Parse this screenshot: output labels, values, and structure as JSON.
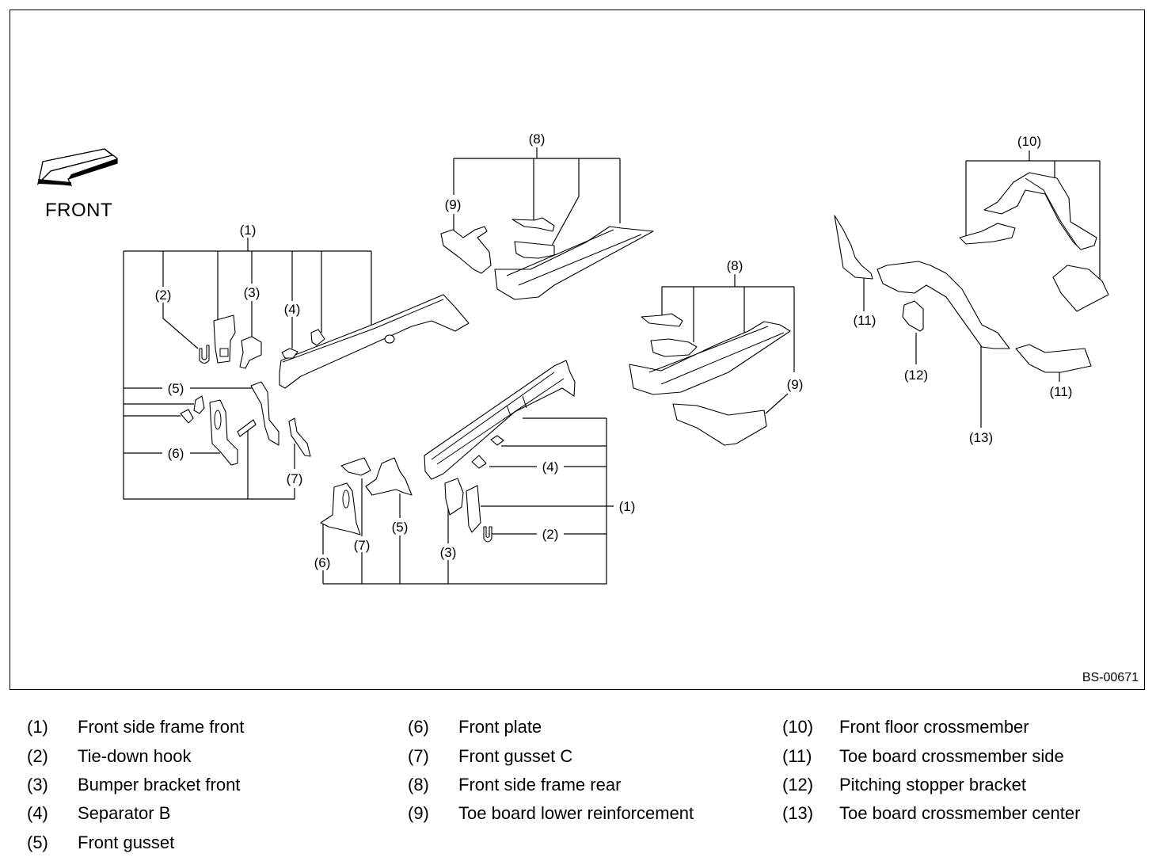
{
  "figure": {
    "id": "BS-00671",
    "direction_label": "FRONT",
    "direction_icon": "front-arrow-icon",
    "callouts": {
      "group_left": {
        "c1": "(1)",
        "c2": "(2)",
        "c3": "(3)",
        "c4": "(4)",
        "c5": "(5)",
        "c6": "(6)",
        "c7": "(7)"
      },
      "group_center": {
        "c1": "(1)",
        "c2": "(2)",
        "c3": "(3)",
        "c4": "(4)",
        "c5": "(5)",
        "c6": "(6)",
        "c7": "(7)"
      },
      "group_rear_upper": {
        "c8": "(8)",
        "c9": "(9)"
      },
      "group_rear_lower": {
        "c8": "(8)",
        "c9": "(9)"
      },
      "group_floor": {
        "c10": "(10)",
        "c11a": "(11)",
        "c11b": "(11)",
        "c12": "(12)",
        "c13": "(13)"
      }
    }
  },
  "legend": {
    "col1": [
      {
        "num": "(1)",
        "name": "Front side frame front"
      },
      {
        "num": "(2)",
        "name": "Tie-down hook"
      },
      {
        "num": "(3)",
        "name": "Bumper bracket front"
      },
      {
        "num": "(4)",
        "name": "Separator B"
      },
      {
        "num": "(5)",
        "name": "Front gusset"
      }
    ],
    "col2": [
      {
        "num": "(6)",
        "name": "Front plate"
      },
      {
        "num": "(7)",
        "name": "Front gusset C"
      },
      {
        "num": "(8)",
        "name": "Front side frame rear"
      },
      {
        "num": "(9)",
        "name": "Toe board lower reinforcement"
      }
    ],
    "col3": [
      {
        "num": "(10)",
        "name": "Front floor crossmember"
      },
      {
        "num": "(11)",
        "name": "Toe board crossmember side"
      },
      {
        "num": "(12)",
        "name": "Pitching stopper bracket"
      },
      {
        "num": "(13)",
        "name": "Toe board crossmember center"
      }
    ]
  }
}
